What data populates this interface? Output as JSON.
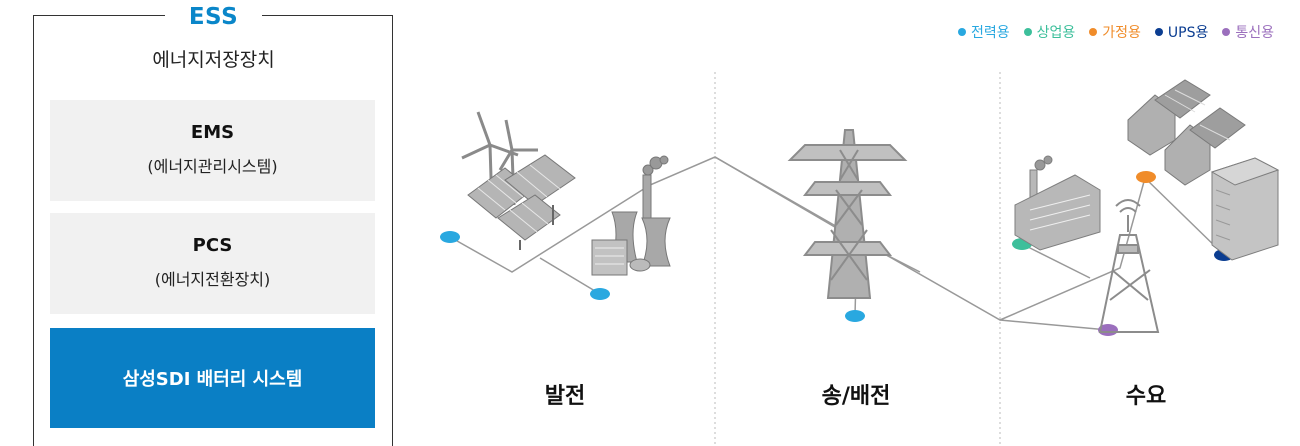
{
  "ess": {
    "title": "ESS",
    "subtitle": "에너지저장장치",
    "ems": {
      "title": "EMS",
      "sub": "(에너지관리시스템)"
    },
    "pcs": {
      "title": "PCS",
      "sub": "(에너지전환장치)"
    },
    "battery": "삼성SDI 배터리 시스템"
  },
  "legend": [
    {
      "label": "전력용",
      "color": "#29a8e0"
    },
    {
      "label": "상업용",
      "color": "#3dbf9b"
    },
    {
      "label": "가정용",
      "color": "#f08c2a"
    },
    {
      "label": "UPS용",
      "color": "#0b3d91"
    },
    {
      "label": "통신용",
      "color": "#9b6fbd"
    }
  ],
  "categories": {
    "generation": "발전",
    "transmission": "송/배전",
    "demand": "수요"
  },
  "colors": {
    "accent": "#0a86c9",
    "box_bg": "#f1f1f1",
    "battery_bg": "#0a7fc5"
  },
  "icons": [
    "wind-turbine-icon",
    "solar-panel-icon",
    "power-plant-icon",
    "transmission-tower-icon",
    "factory-icon",
    "telecom-tower-icon",
    "houses-icon",
    "server-icon"
  ]
}
